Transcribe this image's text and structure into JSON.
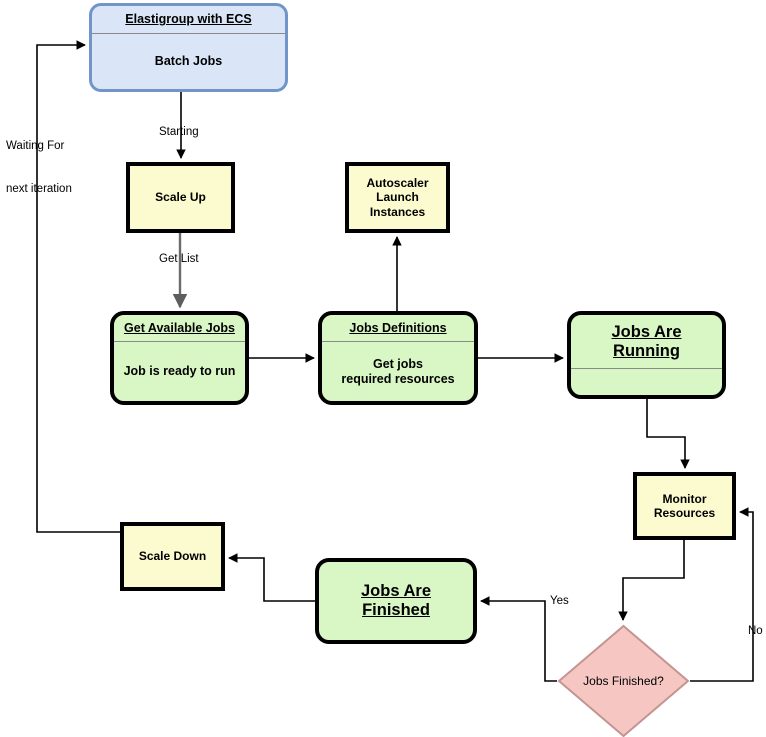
{
  "diagram": {
    "title": "Elastigroup with ECS batch jobs autoscaling flow",
    "colors": {
      "blue_fill": "#dae6f7",
      "blue_border": "#7295c9",
      "yellow_fill": "#fcfbcf",
      "green_fill": "#d9f7c4",
      "pink_fill": "#f5c6c2",
      "pink_border": "#c49490",
      "border_black": "#000000",
      "divider_gray": "#8a8a8a",
      "background": "#ffffff"
    }
  },
  "nodes": {
    "elastigroup": {
      "title": "Elastigroup with ECS",
      "body": "Batch Jobs",
      "shape": "rounded-rectangle",
      "fill": "#dae6f7"
    },
    "scale_up": {
      "body": "Scale Up",
      "shape": "rectangle",
      "fill": "#fcfbcf"
    },
    "autoscaler": {
      "body": "Autoscaler\nLaunch\nInstances",
      "line1": "Autoscaler",
      "line2": "Launch",
      "line3": "Instances",
      "shape": "rectangle",
      "fill": "#fcfbcf"
    },
    "get_available_jobs": {
      "title": "Get Available Jobs",
      "body": "Job is ready to run",
      "shape": "rounded-rectangle",
      "fill": "#d9f7c4"
    },
    "jobs_definitions": {
      "title": "Jobs Definitions",
      "body": "Get jobs\nrequired resources",
      "line1": "Get jobs",
      "line2": "required resources",
      "shape": "rounded-rectangle",
      "fill": "#d9f7c4"
    },
    "jobs_are_running": {
      "title": "Jobs Are Running",
      "line1": "Jobs Are",
      "line2": "Running",
      "body": "",
      "shape": "rounded-rectangle",
      "fill": "#d9f7c4"
    },
    "monitor_resources": {
      "body": "Monitor\nResources",
      "line1": "Monitor",
      "line2": "Resources",
      "shape": "rectangle",
      "fill": "#fcfbcf"
    },
    "jobs_finished_decision": {
      "body": "Jobs Finished?",
      "shape": "diamond",
      "fill": "#f5c6c2"
    },
    "jobs_are_finished": {
      "title": "Jobs Are Finished",
      "line1": "Jobs Are",
      "line2": "Finished",
      "shape": "rounded-rectangle",
      "fill": "#d9f7c4"
    },
    "scale_down": {
      "body": "Scale Down",
      "shape": "rectangle",
      "fill": "#fcfbcf"
    }
  },
  "edge_labels": {
    "waiting_line1": "Waiting For",
    "waiting_line2": "next iteration",
    "starting": "Starting",
    "get_list": "Get List",
    "yes": "Yes",
    "no": "No"
  },
  "edges": [
    {
      "from": "elastigroup",
      "to": "scale_up",
      "label": "Starting"
    },
    {
      "from": "scale_up",
      "to": "get_available_jobs",
      "label": "Get List"
    },
    {
      "from": "get_available_jobs",
      "to": "jobs_definitions",
      "label": ""
    },
    {
      "from": "jobs_definitions",
      "to": "autoscaler",
      "label": ""
    },
    {
      "from": "jobs_definitions",
      "to": "jobs_are_running",
      "label": ""
    },
    {
      "from": "jobs_are_running",
      "to": "monitor_resources",
      "label": ""
    },
    {
      "from": "monitor_resources",
      "to": "jobs_finished_decision",
      "label": ""
    },
    {
      "from": "jobs_finished_decision",
      "to": "jobs_are_finished",
      "label": "Yes"
    },
    {
      "from": "jobs_finished_decision",
      "to": "monitor_resources",
      "label": "No"
    },
    {
      "from": "jobs_are_finished",
      "to": "scale_down",
      "label": ""
    },
    {
      "from": "scale_down",
      "to": "elastigroup",
      "label": "Waiting For next iteration"
    }
  ]
}
